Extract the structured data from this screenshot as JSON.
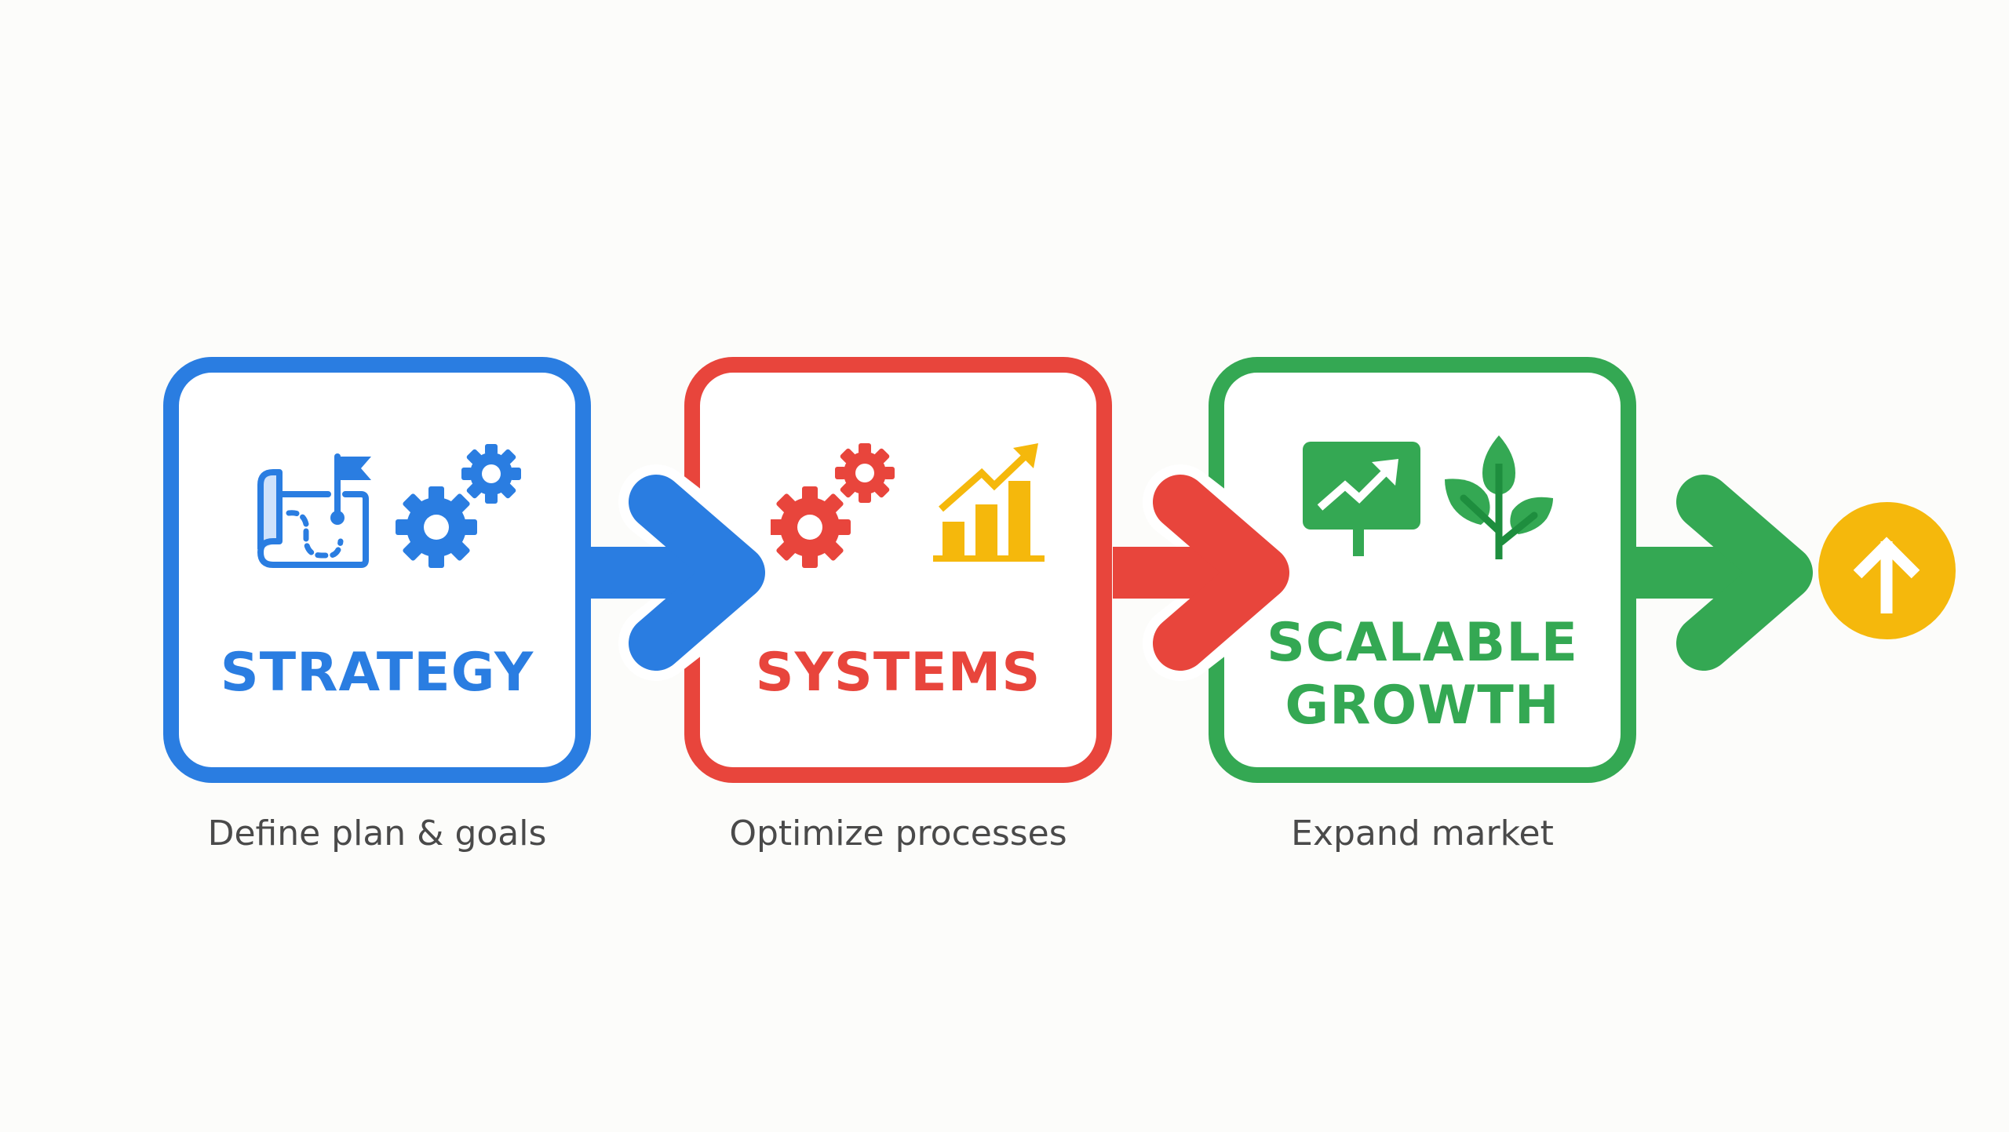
{
  "diagram": {
    "type": "process-flow",
    "direction": "left-to-right",
    "background_color": "#fcfcfa",
    "stages": [
      {
        "title": "STRATEGY",
        "caption": "Define plan & goals",
        "color": "#2a7de1",
        "icons": [
          "map-with-flag-icon",
          "gears-icon"
        ]
      },
      {
        "title": "SYSTEMS",
        "caption": "Optimize processes",
        "color": "#e8453c",
        "icons": [
          "gears-icon",
          "bar-chart-trend-icon"
        ],
        "secondary_color": "#f5b80c"
      },
      {
        "title": "SCALABLE\nGROWTH",
        "caption": "Expand market",
        "color": "#34a853",
        "icons": [
          "growth-sign-icon",
          "sprout-icon"
        ],
        "secondary_color": "#1e8e3e"
      }
    ],
    "connectors": [
      {
        "from": "STRATEGY",
        "to": "SYSTEMS",
        "color": "#2a7de1"
      },
      {
        "from": "SYSTEMS",
        "to": "SCALABLE GROWTH",
        "color": "#e8453c"
      },
      {
        "from": "SCALABLE GROWTH",
        "to": "goal",
        "color": "#34a853"
      }
    ],
    "goal": {
      "icon": "arrow-up-icon",
      "color": "#f5b80c"
    }
  }
}
